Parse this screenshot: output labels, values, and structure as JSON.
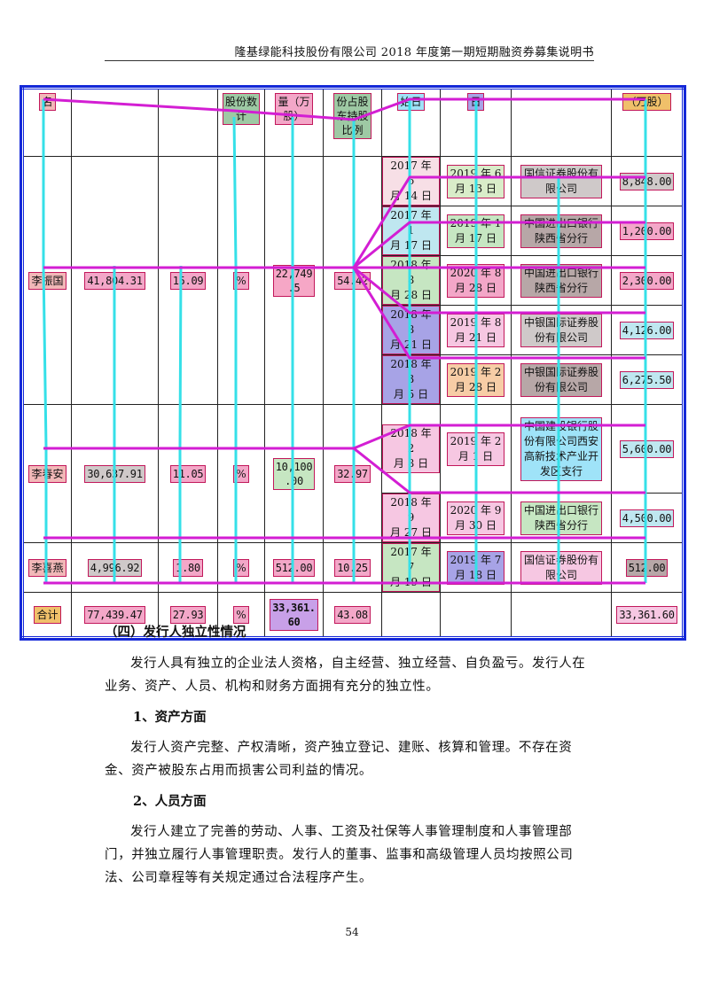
{
  "header": {
    "title": "隆基绿能科技股份有限公司 2018 年度第一期短期融资券募集说明书"
  },
  "table": {
    "headers": [
      "名",
      "",
      "",
      "股份数\n计",
      "量（万\n股）",
      "份占股\n东持股\n比例",
      "始日",
      "日",
      "",
      "（万股）"
    ],
    "rows": [
      {
        "name": "李振国",
        "c1": "41,804.31",
        "c2": "15.09",
        "c3": "%",
        "pledged": "22,749\n.5",
        "ratio": "54.42",
        "group": [
          {
            "start": "2017 年 6\n月 14 日",
            "end": "2019 年 6\n月 13 日",
            "pledgee": "国信证券股份有\n限公司",
            "amount": "8,848.00"
          },
          {
            "start": "2017 年 1\n月 17 日",
            "end": "2019 年 1\n月 17 日",
            "pledgee": "中国进出口银行\n陕西省分行",
            "amount": "1,200.00"
          },
          {
            "start": "2018 年 8\n月 28 日",
            "end": "2020 年 8\n月 28 日",
            "pledgee": "中国进出口银行\n陕西省分行",
            "amount": "2,300.00"
          },
          {
            "start": "2018 年 8\n月 21 日",
            "end": "2019 年 8\n月 21 日",
            "pledgee": "中银国际证券股\n份有限公司",
            "amount": "4,126.00"
          },
          {
            "start": "2018 年 3\n月 5 日",
            "end": "2019 年 2\n月 28 日",
            "pledgee": "中银国际证券股\n份有限公司",
            "amount": "6,275.50"
          }
        ]
      },
      {
        "name": "李春安",
        "c1": "30,637.91",
        "c2": "11.05",
        "c3": "%",
        "pledged": "10,100\n.00",
        "ratio": "32.97",
        "group": [
          {
            "start": "2018 年 2\n月 8 日",
            "end": "2019 年 2\n月 1 日",
            "pledgee": "中国建设银行股\n份有限公司西安\n高新技术产业开\n发区支行",
            "amount": "5,600.00"
          },
          {
            "start": "2018 年 9\n月 27 日",
            "end": "2020 年 9\n月 30 日",
            "pledgee": "中国进出口银行\n陕西省分行",
            "amount": "4,500.00"
          }
        ]
      },
      {
        "name": "李喜燕",
        "c1": "4,996.92",
        "c2": "1.80",
        "c3": "%",
        "pledged": "512.00",
        "ratio": "10.25",
        "group": [
          {
            "start": "2017 年 7\n月 19 日",
            "end": "2019 年 7\n月 18 日",
            "pledgee": "国信证券股份有\n限公司",
            "amount": "512.00"
          }
        ]
      }
    ],
    "total": {
      "name": "合计",
      "c1": "77,439.47",
      "c2": "27.93",
      "c3": "%",
      "pledged": "33,361.\n60",
      "ratio": "43.08",
      "amount": "33,361.60"
    }
  },
  "section4": {
    "heading": "（四）发行人独立性情况",
    "intro": "发行人具有独立的企业法人资格，自主经营、独立经营、自负盈亏。发行人在业务、资产、人员、机构和财务方面拥有充分的独立性。",
    "sub1": {
      "heading": "1、资产方面",
      "text": "发行人资产完整、产权清晰，资产独立登记、建账、核算和管理。不存在资金、资产被股东占用而损害公司利益的情况。"
    },
    "sub2": {
      "heading": "2、人员方面",
      "text": "发行人建立了完善的劳动、人事、工资及社保等人事管理制度和人事管理部门，并独立履行人事管理职责。发行人的董事、监事和高级管理人员均按照公司法、公司章程等有关规定通过合法程序产生。"
    }
  },
  "footer": {
    "page": "54"
  },
  "colors": {
    "overlay_magenta": "#d31ed3",
    "overlay_cyan": "#35e0e8",
    "table_border": "#1428d8"
  }
}
